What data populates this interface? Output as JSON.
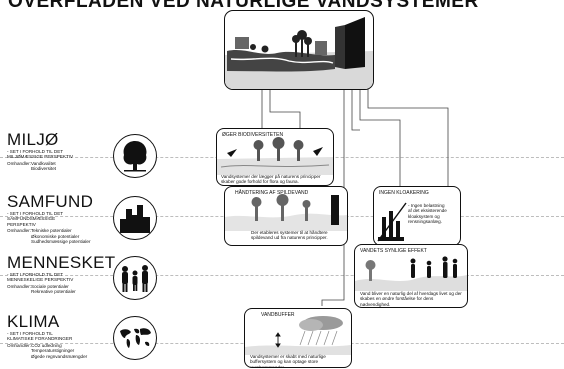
{
  "title": "OVERFLADEN VED NATURLIGE VANDSYSTEMER",
  "categories": [
    {
      "name": "MILJØ",
      "subtitle": "- SET I FORHOLD TIL DET MILJØMÆSSIGE PERSPEKTIV",
      "rows": [
        {
          "label": "Omhandler:",
          "lines": [
            "Vandkvalitet",
            "Biodiversitet"
          ]
        }
      ],
      "icon": "tree-icon"
    },
    {
      "name": "SAMFUND",
      "subtitle": "- SET I FORHOLD TIL DET SAMFUNDSMÆSSIGE PERSPEKTIV",
      "rows": [
        {
          "label": "Omhandler:",
          "lines": [
            "Tekniske potentialer",
            "Økonomiske potentialer",
            "Sudhedsmæssige potentialer"
          ]
        }
      ],
      "icon": "city-skyline-icon"
    },
    {
      "name": "MENNESKET",
      "subtitle": "- SET I FORHOLD TIL DET MENNESKELIGE PERSPEKTIV",
      "rows": [
        {
          "label": "Omhandler:",
          "lines": [
            "Sociale potentialer",
            "Rekreative potentialer"
          ]
        }
      ],
      "icon": "people-icon"
    },
    {
      "name": "KLIMA",
      "subtitle": "- SET I FORHOLD TIL KLIMATISKE FORANDRINGER",
      "rows": [
        {
          "label": "Omhandler:",
          "lines": [
            "CO2 udledning",
            "Temperaturstigninger",
            "Øgede regnvandsmængder"
          ]
        }
      ],
      "icon": "world-map-icon"
    }
  ],
  "boxes": {
    "biodiversity": {
      "title": "ØGER BIODIVERSITETEN",
      "desc": "Vandsystemer der lægger på naturens principper skaber gode forhold for flora og fauna."
    },
    "wastewater": {
      "title": "HÅNDTERING AF SPILDEVAND",
      "desc": "Der etableres systemer til at håndtere spildevand ud fra naturens principper."
    },
    "no_sewer": {
      "title": "INGEN KLOAKERING",
      "lines": [
        "- Ingen belastning",
        "af det eksisterende",
        "kloaksystem og",
        "rensningsanlæg."
      ]
    },
    "visible": {
      "title": "VANDETS SYNLIGE EFFEKT",
      "desc": "Vand bliver en naturlig del af hverdags livet og der skabes en øndre forståelse for dens nødvendighed."
    },
    "buffer": {
      "title": "VANDBUFFER",
      "desc": "Vandsystemer er skabt med naturlige buffersystem og kan optage store regnbemængder."
    }
  }
}
